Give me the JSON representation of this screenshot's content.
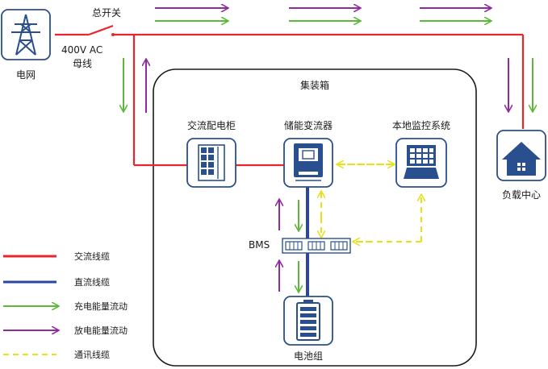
{
  "labels": {
    "grid": "电网",
    "main_switch": "总开关",
    "bus_line1": "400V AC",
    "bus_line2": "母线",
    "container": "集装箱",
    "ac_cabinet": "交流配电柜",
    "pcs": "储能变流器",
    "monitor": "本地监控系统",
    "load": "负载中心",
    "bms": "BMS",
    "battery": "电池组"
  },
  "legend": [
    {
      "label": "交流线缆",
      "style": "ac-line",
      "color": "#e8262b"
    },
    {
      "label": "直流线缆",
      "style": "dc-line",
      "color": "#2a45a6"
    },
    {
      "label": "充电能量流动",
      "style": "charge-arrow",
      "color": "#5db83a"
    },
    {
      "label": "放电能量流动",
      "style": "discharge-arrow",
      "color": "#8e2b9e"
    },
    {
      "label": "通讯线缆",
      "style": "comm-line",
      "color": "#eced1d"
    }
  ],
  "colors": {
    "ac": "#e8262b",
    "dc": "#2a45a6",
    "charge": "#5db83a",
    "discharge": "#8e2b9e",
    "comm": "#eced1d",
    "icon_border": "#2a4f8f",
    "icon_fill": "#2a4f8f"
  },
  "icons": [
    "transmission-tower-icon",
    "electrical-cabinet-icon",
    "inverter-icon",
    "monitor-computer-icon",
    "house-icon",
    "bms-module-icon",
    "battery-icon"
  ]
}
